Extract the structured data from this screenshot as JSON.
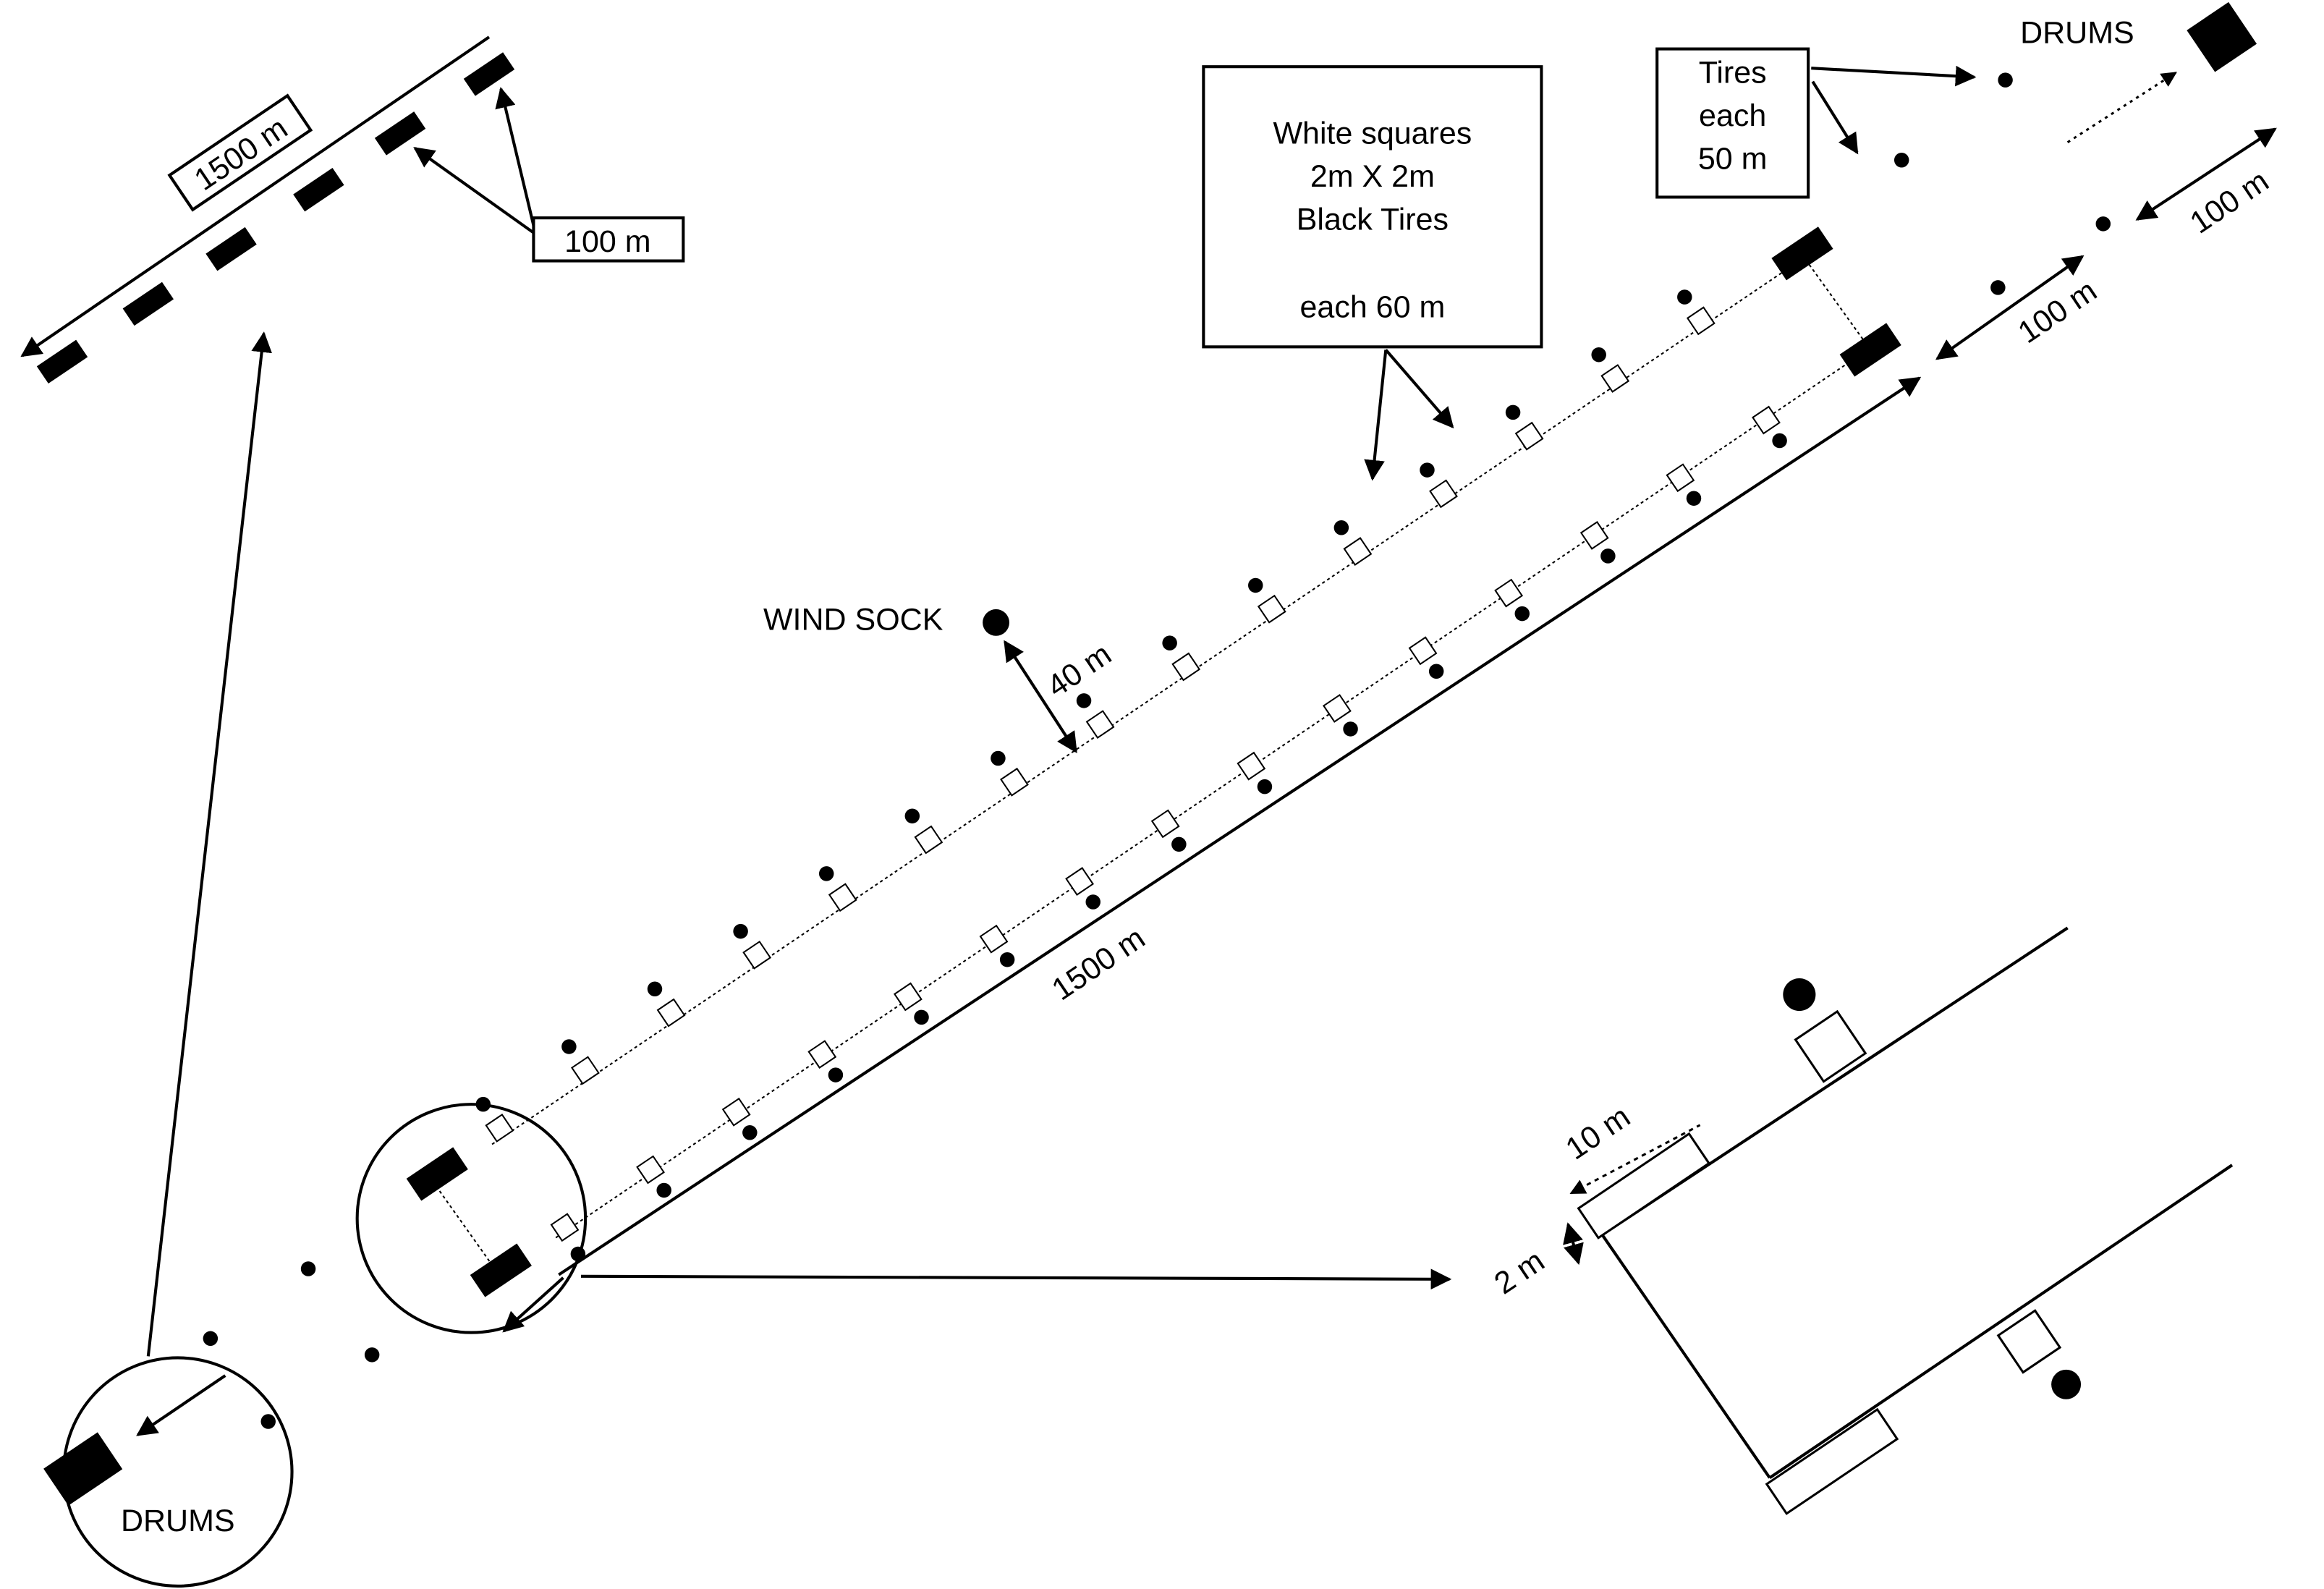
{
  "labels": {
    "scale_top": "1500 m",
    "spacing_top": "100 m",
    "legend_line1": "White squares",
    "legend_line2": "2m X 2m",
    "legend_line3": "Black Tires",
    "legend_line4": "each 60 m",
    "tires_line1": "Tires",
    "tires_line2": "each",
    "tires_line3": "50 m",
    "drums_top": "DRUMS",
    "dist_near": "100 m",
    "dist_far": "100 m",
    "wind_sock": "WIND SOCK",
    "wind_dist": "40 m",
    "runway_len": "1500 m",
    "detail_10m": "10 m",
    "detail_2m": "2 m",
    "drums_bottom": "DRUMS"
  },
  "colors": {
    "ink": "#000000",
    "paper": "#ffffff"
  }
}
